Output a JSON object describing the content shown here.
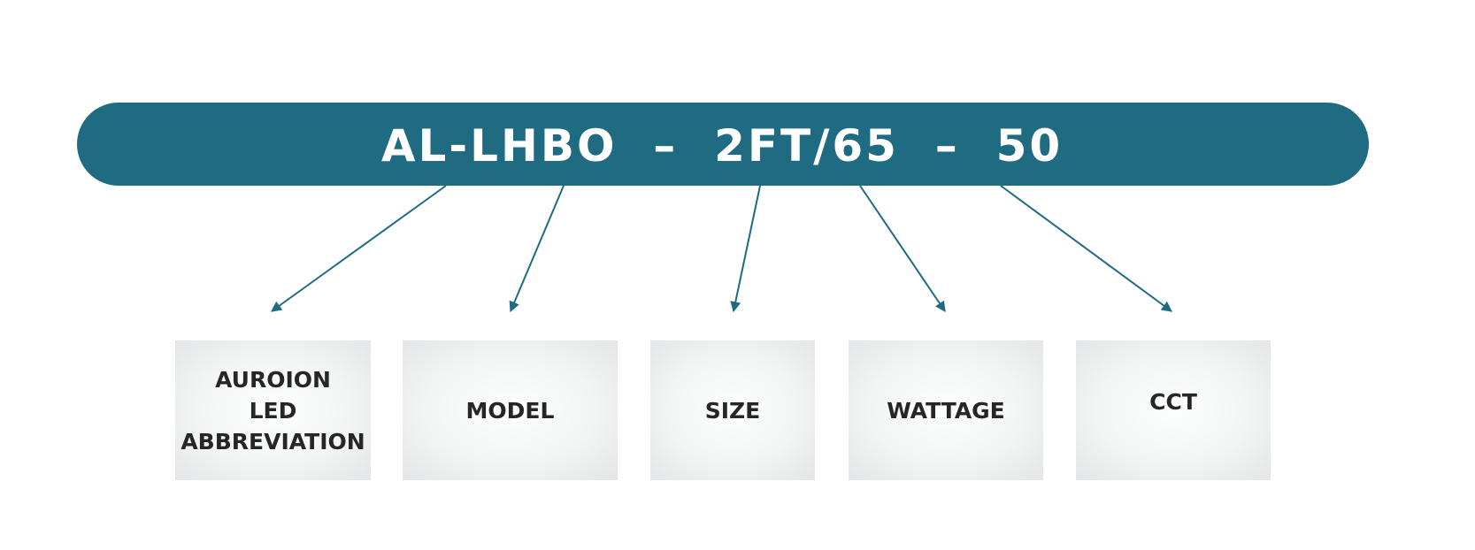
{
  "colors": {
    "accent": "#1e6b82",
    "box_text": "#262626"
  },
  "banner": {
    "code": "AL-LHBO  –  2FT/65  –  50"
  },
  "boxes": [
    {
      "label": "AUROION\nLED\nABBREVIATION"
    },
    {
      "label": "MODEL"
    },
    {
      "label": "SIZE"
    },
    {
      "label": "WATTAGE"
    },
    {
      "label": "CCT"
    }
  ]
}
